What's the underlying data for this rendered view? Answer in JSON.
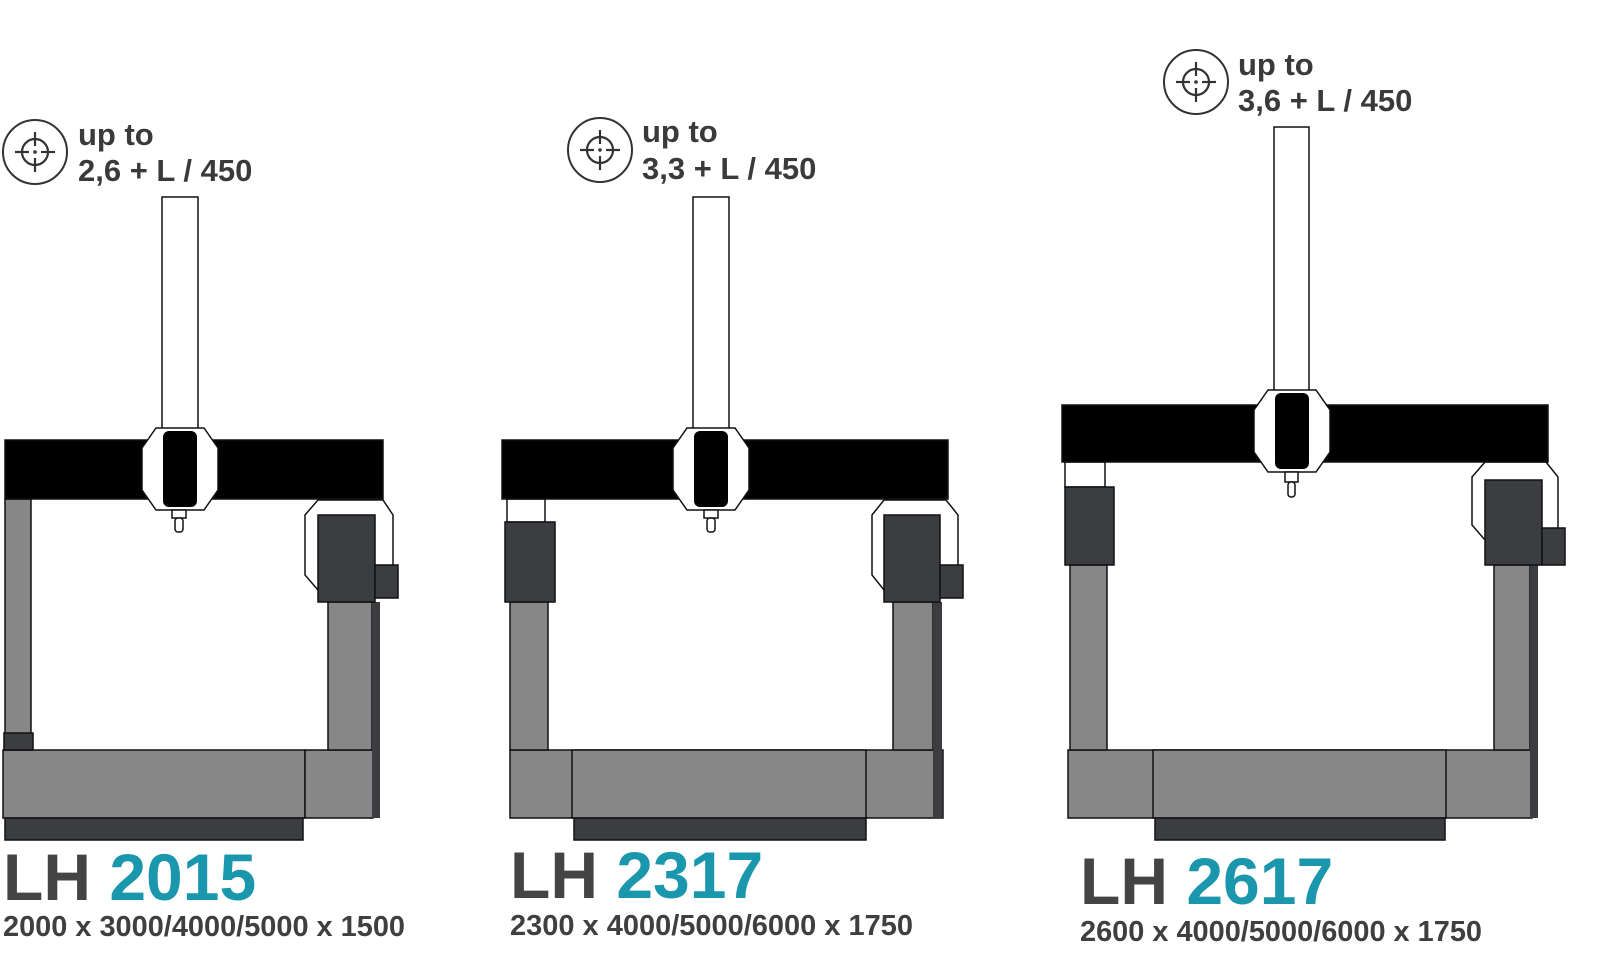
{
  "colors": {
    "accent": "#1a97ac",
    "text": "#444444",
    "beam": "#000000",
    "frame_gray": "#878787",
    "frame_dark": "#3b3d40"
  },
  "machines": [
    {
      "accuracy_icon": "crosshair-icon",
      "accuracy_prefix": "up to",
      "accuracy_value": "2,6 + L / 450",
      "model_prefix": "LH",
      "model_number": "2015",
      "dimensions": "2000 x 3000/4000/5000 x 1500"
    },
    {
      "accuracy_icon": "crosshair-icon",
      "accuracy_prefix": "up to",
      "accuracy_value": "3,3 + L / 450",
      "model_prefix": "LH",
      "model_number": "2317",
      "dimensions": "2300 x 4000/5000/6000 x 1750"
    },
    {
      "accuracy_icon": "crosshair-icon",
      "accuracy_prefix": "up to",
      "accuracy_value": "3,6 + L / 450",
      "model_prefix": "LH",
      "model_number": "2617",
      "dimensions": "2600 x 4000/5000/6000 x 1750"
    }
  ]
}
